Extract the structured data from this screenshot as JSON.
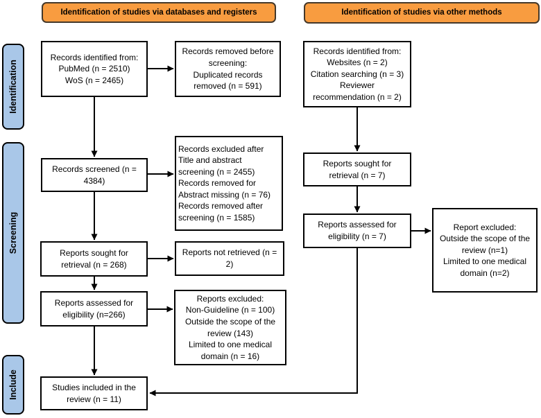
{
  "headers": {
    "databases": "Identification of studies via databases and registers",
    "other_methods": "Identification of studies via other methods"
  },
  "sidebar": {
    "identification": "Identification",
    "screening": "Screening",
    "include": "Include"
  },
  "boxes": {
    "records_identified_db": "Records identified from:\nPubMed (n = 2510)\nWoS (n = 2465)",
    "records_removed_before_screening": "Records removed before\nscreening:\nDuplicated records\nremoved (n = 591)",
    "records_screened": "Records screened (n =\n4384)",
    "records_excluded": "Records excluded after\nTitle and abstract\nscreening (n = 2455)\nRecords removed for\nAbstract missing (n = 76)\nRecords removed after\nscreening (n = 1585)",
    "reports_sought_db": "Reports sought for\nretrieval (n = 268)",
    "reports_not_retrieved": "Reports not retrieved (n =\n2)",
    "reports_assessed_db": "Reports assessed for\neligibility (n=266)",
    "reports_excluded_db": "Reports excluded:\nNon-Guideline (n = 100)\nOutside the scope of the\nreview (143)\nLimited to one medical\ndomain (n = 16)",
    "studies_included": "Studies included in the\nreview (n = 11)",
    "records_identified_other": "Records identified from:\nWebsites (n = 2)\nCitation searching (n = 3)\nReviewer\nrecommendation (n = 2)",
    "reports_sought_other": "Reports sought for\nretrieval (n = 7)",
    "reports_assessed_other": "Reports assessed for\neligibility (n = 7)",
    "report_excluded_other": "Report excluded:\nOutside the scope of the\nreview (n=1)\nLimited to one medical\ndomain (n=2)"
  },
  "colors": {
    "header_fill": "#F89C40",
    "header_border": "#44382A",
    "sidebar_fill": "#A9C7E8",
    "sidebar_border": "#000000",
    "box_border": "#000000",
    "arrow": "#000000",
    "background": "#FFFFFF",
    "text": "#000000"
  }
}
